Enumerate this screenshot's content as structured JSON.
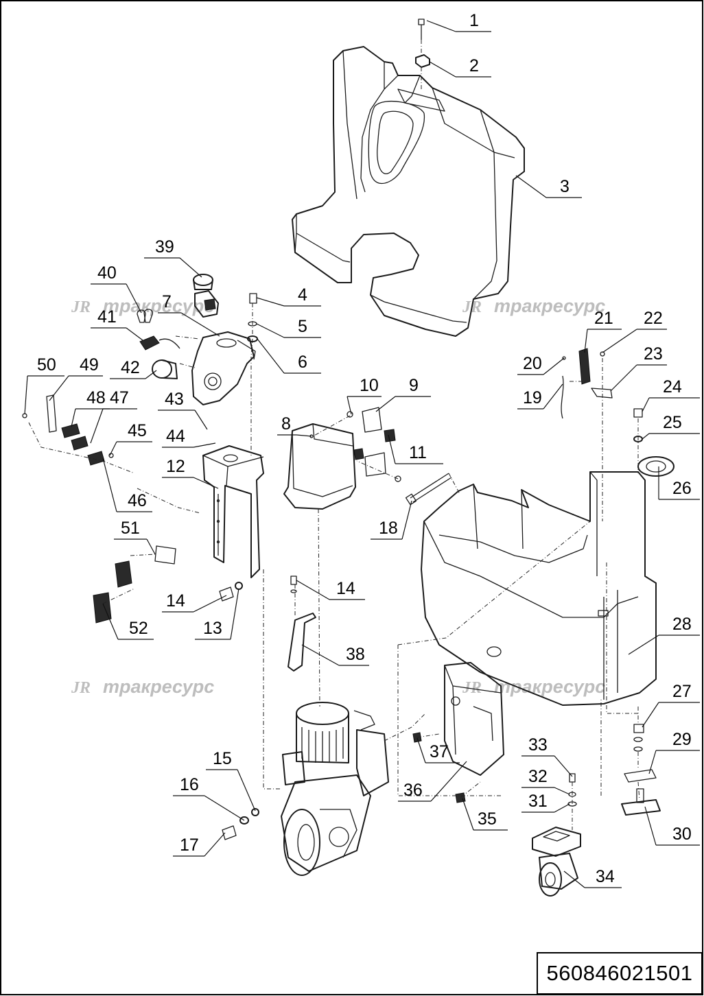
{
  "document_number": "560846021501",
  "watermark": {
    "logo": "JR",
    "text": "тракресурс"
  },
  "callouts": [
    "1",
    "2",
    "3",
    "4",
    "5",
    "6",
    "7",
    "8",
    "9",
    "10",
    "11",
    "12",
    "13",
    "14",
    "14",
    "15",
    "16",
    "17",
    "18",
    "19",
    "20",
    "21",
    "22",
    "23",
    "24",
    "25",
    "26",
    "27",
    "28",
    "29",
    "30",
    "31",
    "32",
    "33",
    "34",
    "35",
    "36",
    "37",
    "38",
    "39",
    "40",
    "41",
    "42",
    "43",
    "44",
    "45",
    "46",
    "47",
    "48",
    "49",
    "50",
    "51",
    "52"
  ],
  "colors": {
    "line": "#1a1a1a",
    "watermark": "#bdbdbd",
    "background": "#ffffff"
  }
}
